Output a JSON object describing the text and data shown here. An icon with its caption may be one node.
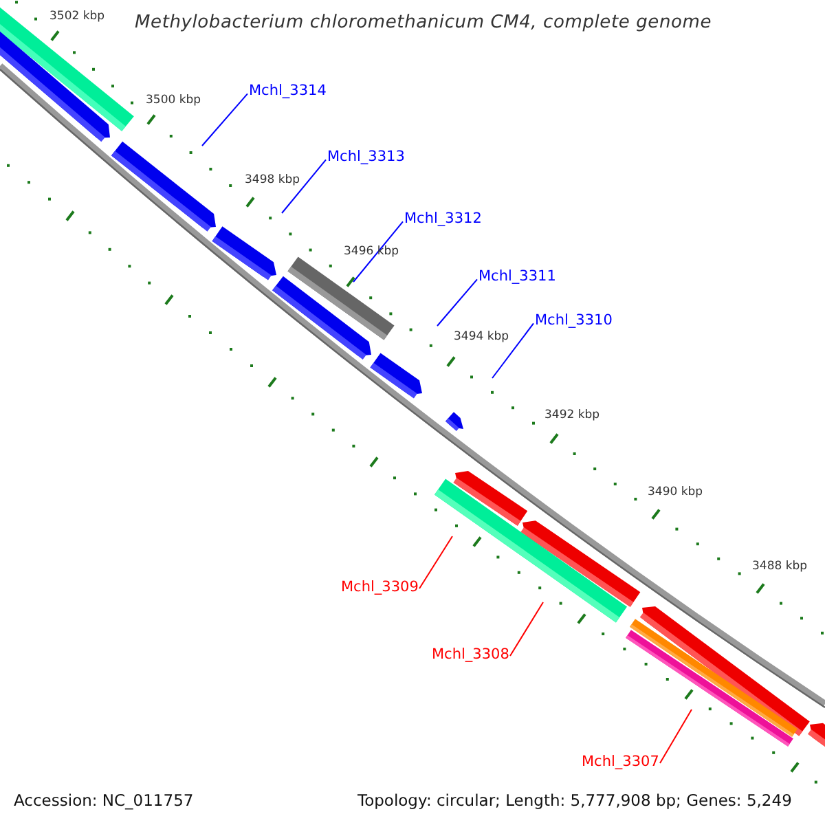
{
  "diagram": {
    "title": "Methylobacterium chloromethanicum CM4, complete genome",
    "nodes": [
      {
        "text": [
          "Mchl_3314"
        ]
      },
      {
        "text": [
          "Mchl_3313"
        ]
      },
      {
        "text": [
          "Mchl_3312"
        ]
      },
      {
        "text": [
          "Mchl_3311"
        ]
      },
      {
        "text": [
          "Mchl_3310"
        ]
      },
      {
        "text": [
          "Mchl_3309"
        ]
      },
      {
        "text": [
          "Mchl_3308"
        ]
      },
      {
        "text": [
          "Mchl_3307"
        ]
      }
    ],
    "edges": [
      {
        "from": 0,
        "to": null,
        "arrow": "none"
      },
      {
        "from": 1,
        "to": null,
        "arrow": "none"
      },
      {
        "from": 2,
        "to": null,
        "arrow": "none"
      },
      {
        "from": 3,
        "to": null,
        "arrow": "none"
      },
      {
        "from": 4,
        "to": null,
        "arrow": "none"
      },
      {
        "from": 5,
        "to": null,
        "arrow": "none",
        "color": "#ff0000"
      },
      {
        "from": 6,
        "to": null,
        "arrow": "none",
        "color": "#ff0000"
      },
      {
        "from": 7,
        "to": null,
        "arrow": "none",
        "color": "#ff0000"
      }
    ],
    "labels": [
      "3502 kbp",
      "3500 kbp",
      "3498 kbp",
      "3496 kbp",
      "3494 kbp",
      "3492 kbp",
      "3490 kbp",
      "3488 kbp",
      "Accession: NC_011757",
      "Topology: circular; Length: 5,777,908 bp; Genes: 5,249"
    ]
  }
}
